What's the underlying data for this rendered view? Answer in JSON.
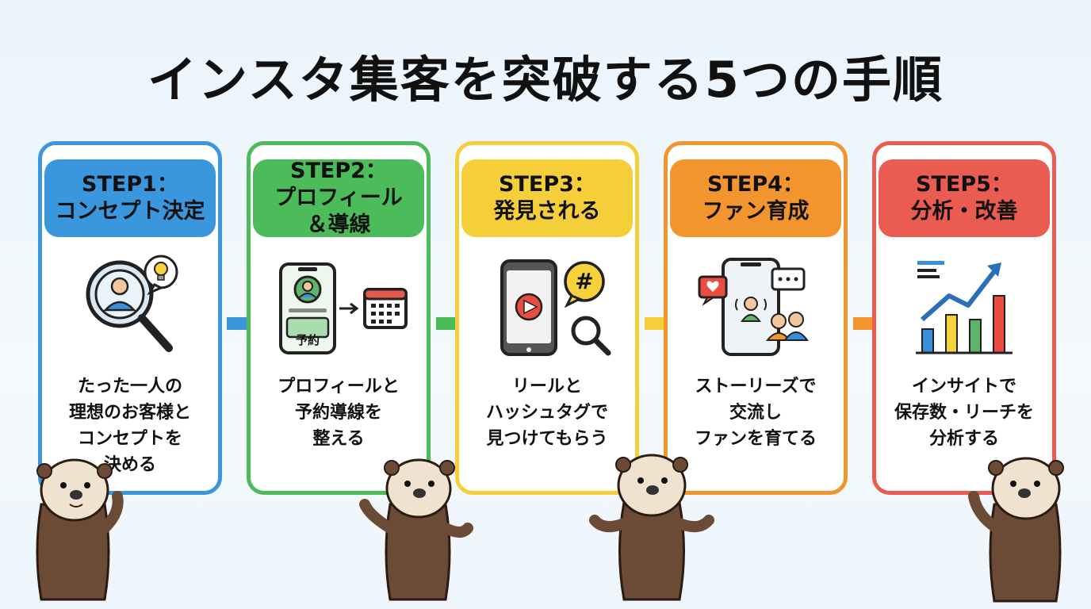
{
  "title": "インスタ集客を突破する5つの手順",
  "steps": [
    {
      "step": "STEP1：",
      "name": [
        "コンセプト決定"
      ],
      "desc": [
        "たった一人の",
        "理想のお客様と",
        "コンセプトを",
        "決める"
      ],
      "color": "#3b97dd",
      "icon": "search-person-bulb-icon"
    },
    {
      "step": "STEP2：",
      "name": [
        "プロフィール",
        "＆導線"
      ],
      "desc": [
        "プロフィールと",
        "予約導線を",
        "整える"
      ],
      "color": "#4cbb5a",
      "icon": "phone-profile-calendar-icon",
      "badge": "予約"
    },
    {
      "step": "STEP3：",
      "name": [
        "発見される"
      ],
      "desc": [
        "リールと",
        "ハッシュタグで",
        "見つけてもらう"
      ],
      "color": "#f5cf3a",
      "icon": "phone-video-hashtag-icon",
      "badge": "#"
    },
    {
      "step": "STEP4：",
      "name": [
        "ファン育成"
      ],
      "desc": [
        "ストーリーズで",
        "交流し",
        "ファンを育てる"
      ],
      "color": "#f3952f",
      "icon": "phone-chat-people-icon"
    },
    {
      "step": "STEP5：",
      "name": [
        "分析・改善"
      ],
      "desc": [
        "インサイトで",
        "保存数・リーチを",
        "分析する"
      ],
      "color": "#ea5b52",
      "icon": "bar-chart-growth-icon"
    }
  ]
}
